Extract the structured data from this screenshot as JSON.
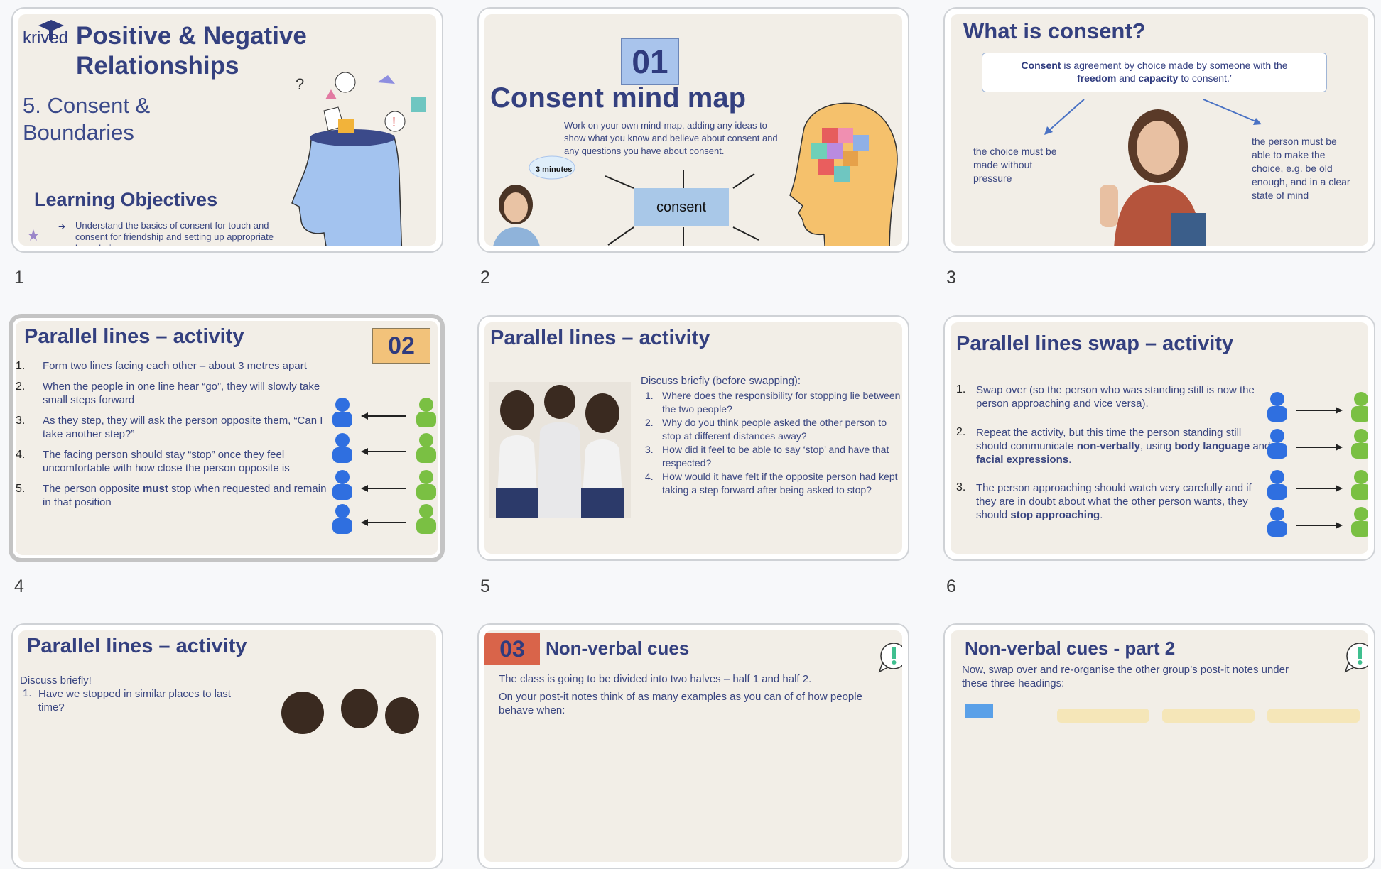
{
  "slides": [
    {
      "number": "1",
      "brand": "krived",
      "title": "Positive & Negative Relationships",
      "subtitle": "5. Consent & Boundaries",
      "heading": "Learning Objectives",
      "bullet": "Understand the basics of consent for touch and consent for friendship and setting up appropriate boundaries"
    },
    {
      "number": "2",
      "badge": "01",
      "title": "Consent mind map",
      "body": "Work on your own mind-map, adding any ideas to show what you know and believe about consent and any questions you have about consent.",
      "timer": "3 minutes",
      "center": "consent"
    },
    {
      "number": "3",
      "title": "What is consent?",
      "def_b1": "Consent",
      "def_t1": " is agreement by choice made by someone with the ",
      "def_b2": "freedom",
      "def_t2": " and ",
      "def_b3": "capacity",
      "def_t3": " to consent.’",
      "left_note": "the choice must be made without pressure",
      "right_note": "the person must be able to make the choice, e.g. be old enough, and in a clear state of mind"
    },
    {
      "number": "4",
      "title": "Parallel lines – activity",
      "badge": "02",
      "items": [
        {
          "n": "1.",
          "text": "Form two lines facing each other – about 3 metres apart"
        },
        {
          "n": "2.",
          "text": "When the people in one line hear “go”, they will slowly take small steps forward"
        },
        {
          "n": "3.",
          "text": "As they step, they will ask the person opposite them, “Can I take another step?”"
        },
        {
          "n": "4.",
          "text": "The facing person should stay “stop” once they feel uncomfortable with how close the person opposite is"
        }
      ],
      "item5_n": "5.",
      "item5_a": "The person opposite ",
      "item5_b": "must",
      "item5_c": " stop when requested and remain in that position"
    },
    {
      "number": "5",
      "title": "Parallel lines – activity",
      "lead": "Discuss briefly (before swapping):",
      "items": [
        {
          "n": "1.",
          "text": "Where does the responsibility for stopping lie between the two people?"
        },
        {
          "n": "2.",
          "text": "Why do you think people asked the other person to stop at different distances away?"
        },
        {
          "n": "3.",
          "text": "How did it feel to be able to say ‘stop’ and have that respected?"
        },
        {
          "n": "4.",
          "text": "How would it have felt if the opposite person had kept taking a step forward after being asked to stop?"
        }
      ]
    },
    {
      "number": "6",
      "title": "Parallel lines swap – activity",
      "i1_n": "1.",
      "i1": "Swap over (so the person who was standing still is now the person approaching and vice versa).",
      "i2_n": "2.",
      "i2_a": "Repeat the activity, but this time the person standing still should communicate ",
      "i2_b": "non-verbally",
      "i2_c": ", using ",
      "i2_d": "body language",
      "i2_e": " and ",
      "i2_f": "facial expressions",
      "i2_g": ".",
      "i3_n": "3.",
      "i3_a": "The person approaching should watch very carefully and if they are in doubt about what the other person wants, they should ",
      "i3_b": "stop approaching",
      "i3_c": "."
    },
    {
      "title": "Parallel lines – activity",
      "lead": "Discuss briefly!",
      "i1_n": "1.",
      "i1": "Have we stopped in similar places to last time?"
    },
    {
      "badge": "03",
      "title": "Non-verbal cues",
      "p1": "The class is going to be divided into two halves – half 1 and half 2.",
      "p2": "On your post-it notes think of as many examples as you can of of how people behave when:"
    },
    {
      "title": "Non-verbal cues - part 2",
      "p1": "Now, swap over and re-organise the other group’s post-it notes under these three headings:"
    }
  ],
  "colors": {
    "title": "#34407f",
    "badge_blue": "#a9c4ec",
    "badge_orange": "#f2c27a",
    "badge_red": "#d9644a",
    "figure_blue": "#2f6fe0",
    "figure_green": "#7ac043",
    "head_blue": "#a3c3ef",
    "head_orange": "#f5c16c"
  }
}
